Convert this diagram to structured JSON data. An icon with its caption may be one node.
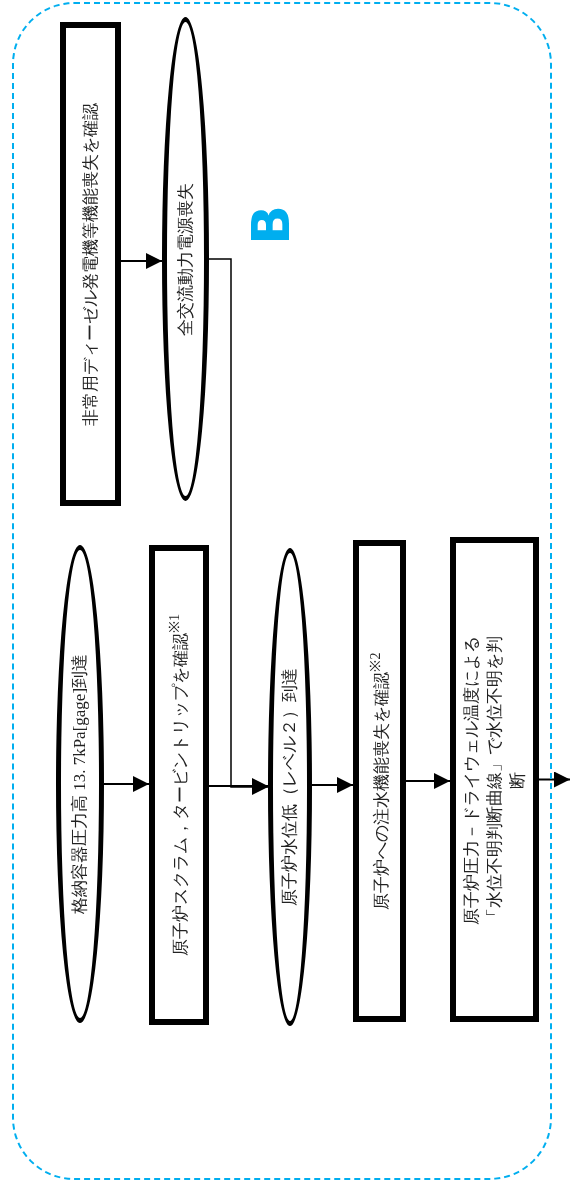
{
  "diagram": {
    "nodes": [
      {
        "text": [
          "B"
        ]
      },
      {
        "text": [
          "非常用ディーゼル発電機等機能喪失を確認"
        ],
        "in": 0
      },
      {
        "text": [
          "全交流動力電源喪失"
        ],
        "in": 0
      },
      {
        "text": [
          "格納容器圧力高 13. 7kPa[gage]到達"
        ],
        "in": 0
      },
      {
        "text": [
          "原子炉スクラム，タービントリップを確認$^{※1}$"
        ],
        "in": 0
      },
      {
        "text": [
          "原子炉水位低（レベル２）到達"
        ],
        "in": 0
      },
      {
        "text": [
          "原子炉への注水機能喪失を確認$^{※2}$"
        ],
        "in": 0
      },
      {
        "text": [
          "原子炉圧力－ドライウェル温度による「水位不明判断曲線」で水位不明を判断"
        ],
        "in": 0
      }
    ],
    "edges": [
      {
        "from": 1,
        "to": 2,
        "arrow": "to"
      },
      {
        "from": 3,
        "to": 4,
        "arrow": "to"
      },
      {
        "from": 4,
        "to": 5,
        "arrow": "to"
      },
      {
        "from": 2,
        "to": 5,
        "arrow": "to"
      },
      {
        "from": 5,
        "to": 6,
        "arrow": "to"
      },
      {
        "from": 6,
        "to": 7,
        "arrow": "to"
      },
      {
        "from": 7,
        "to": null,
        "arrow": "to"
      }
    ]
  }
}
